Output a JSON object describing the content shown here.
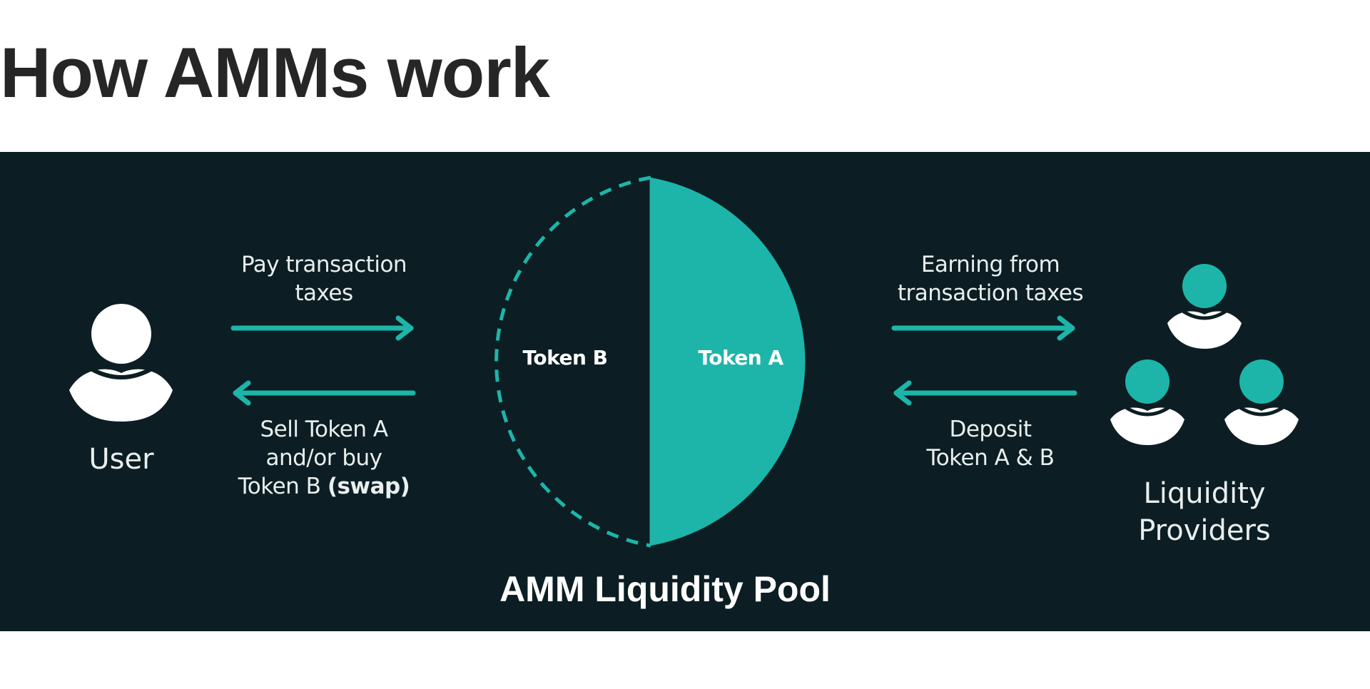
{
  "title": "How AMMs work",
  "diagram": {
    "user_label": "User",
    "pay_taxes": {
      "line1": "Pay transaction",
      "line2": "taxes"
    },
    "sell_swap": {
      "line1": "Sell Token A",
      "line2": "and/or buy",
      "line3_prefix": "Token B ",
      "line3_bold": "(swap)"
    },
    "token_b": "Token B",
    "token_a": "Token A",
    "earning": {
      "line1": "Earning from",
      "line2": "transaction taxes"
    },
    "deposit": {
      "line1": "Deposit",
      "line2": "Token A & B"
    },
    "providers": {
      "line1": "Liquidity",
      "line2": "Providers"
    },
    "pool_label": "AMM Liquidity Pool",
    "colors": {
      "background": "#0c1e23",
      "accent": "#1db5aa",
      "icon": "#ffffff",
      "title": "#262626"
    },
    "icons": [
      "user-icon",
      "arrow-right-icon",
      "arrow-left-icon",
      "liquidity-providers-icon"
    ]
  }
}
